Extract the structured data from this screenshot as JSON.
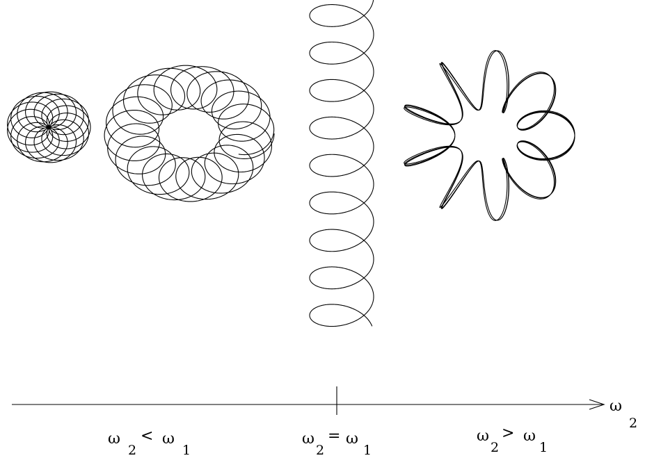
{
  "axis": {
    "symbol": "ω",
    "subscript": "2"
  },
  "regions": [
    {
      "lhs": "ω",
      "lhs_sub": "2",
      "op": "<",
      "rhs": "ω",
      "rhs_sub": "1"
    },
    {
      "lhs": "ω",
      "lhs_sub": "2",
      "op": "=",
      "rhs": "ω",
      "rhs_sub": "1"
    },
    {
      "lhs": "ω",
      "lhs_sub": "2",
      "op": ">",
      "rhs": "ω",
      "rhs_sub": "1"
    }
  ]
}
